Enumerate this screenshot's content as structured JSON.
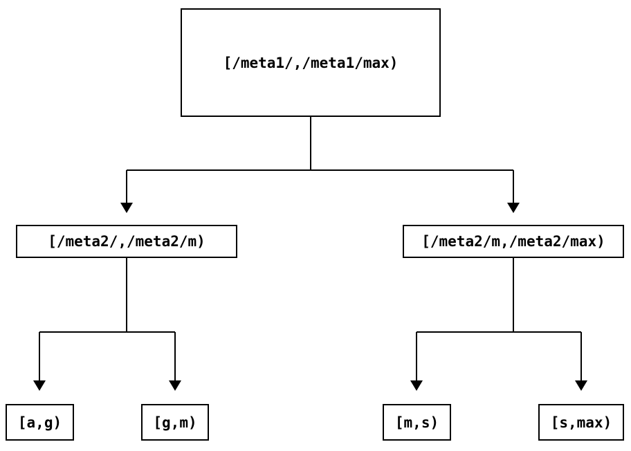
{
  "diagram": {
    "type": "tree",
    "description": "Binary interval-partition tree with arrowed elbow connectors",
    "colors": {
      "background": "#ffffff",
      "line": "#000000",
      "box_border": "#000000",
      "text": "#000000"
    },
    "nodes": {
      "root": {
        "label": "[/meta1/,/meta1/max)"
      },
      "left": {
        "label": "[/meta2/,/meta2/m)"
      },
      "right": {
        "label": "[/meta2/m,/meta2/max)"
      },
      "leaf_ag": {
        "label": "[a,g)"
      },
      "leaf_gm": {
        "label": "[g,m)"
      },
      "leaf_ms": {
        "label": "[m,s)"
      },
      "leaf_smax": {
        "label": "[s,max)"
      }
    },
    "edges": [
      {
        "from": "root",
        "to": "left"
      },
      {
        "from": "root",
        "to": "right"
      },
      {
        "from": "left",
        "to": "leaf_ag"
      },
      {
        "from": "left",
        "to": "leaf_gm"
      },
      {
        "from": "right",
        "to": "leaf_ms"
      },
      {
        "from": "right",
        "to": "leaf_smax"
      }
    ]
  }
}
